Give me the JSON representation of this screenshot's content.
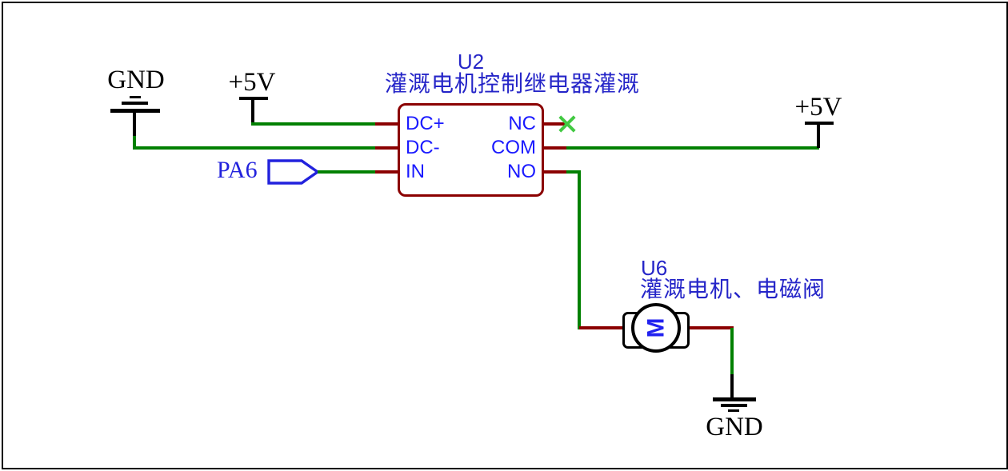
{
  "sheet": {
    "background": "#ffffff",
    "border_color": "#000000"
  },
  "colors": {
    "wire_green": "#008000",
    "component_dark_red": "#8b0000",
    "pin_name_blue": "#1a1aff",
    "label_blue": "#2525c8",
    "net_flag_blue": "#2222dd",
    "no_connect_green": "#42c942",
    "power_symbol_black": "#000000"
  },
  "power_symbols": {
    "top_left_gnd": "GND",
    "left_5v": "+5V",
    "right_5v": "+5V",
    "bottom_gnd": "GND"
  },
  "net_label": {
    "pa6": "PA6"
  },
  "relay": {
    "designator": "U2",
    "label": "灌溉电机控制继电器灌溉",
    "pins_left": [
      "DC+",
      "DC-",
      "IN"
    ],
    "pins_right": [
      "NC",
      "COM",
      "NO"
    ]
  },
  "motor": {
    "designator": "U6",
    "label": "灌溉电机、电磁阀",
    "symbol_letter": "M"
  }
}
